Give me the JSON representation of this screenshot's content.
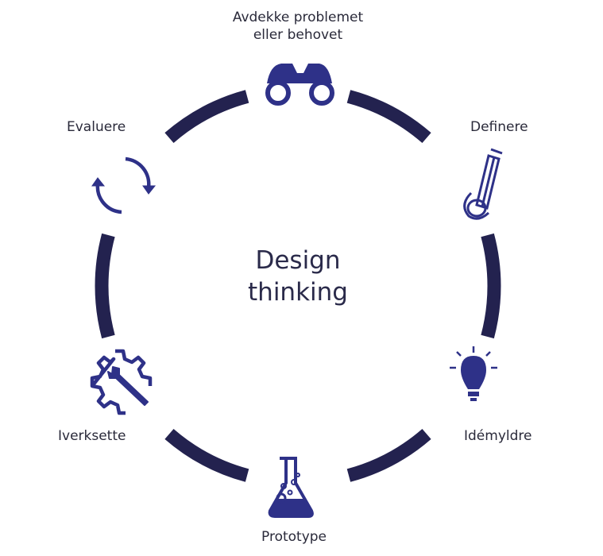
{
  "title": {
    "line1": "Design",
    "line2": "thinking"
  },
  "steps": [
    {
      "label_line1": "Avdekke problemet",
      "label_line2": "eller behovet",
      "icon": "binoculars-icon"
    },
    {
      "label": "Definere",
      "icon": "pencil-icon"
    },
    {
      "label": "Idémyldre",
      "icon": "lightbulb-icon"
    },
    {
      "label": "Prototype",
      "icon": "flask-icon"
    },
    {
      "label": "Iverksette",
      "icon": "gear-wrench-icon"
    },
    {
      "label": "Evaluere",
      "icon": "cycle-arrows-icon"
    }
  ],
  "colors": {
    "ring": "#23224f",
    "icon": "#2e3188",
    "text": "#2a2a3a"
  }
}
